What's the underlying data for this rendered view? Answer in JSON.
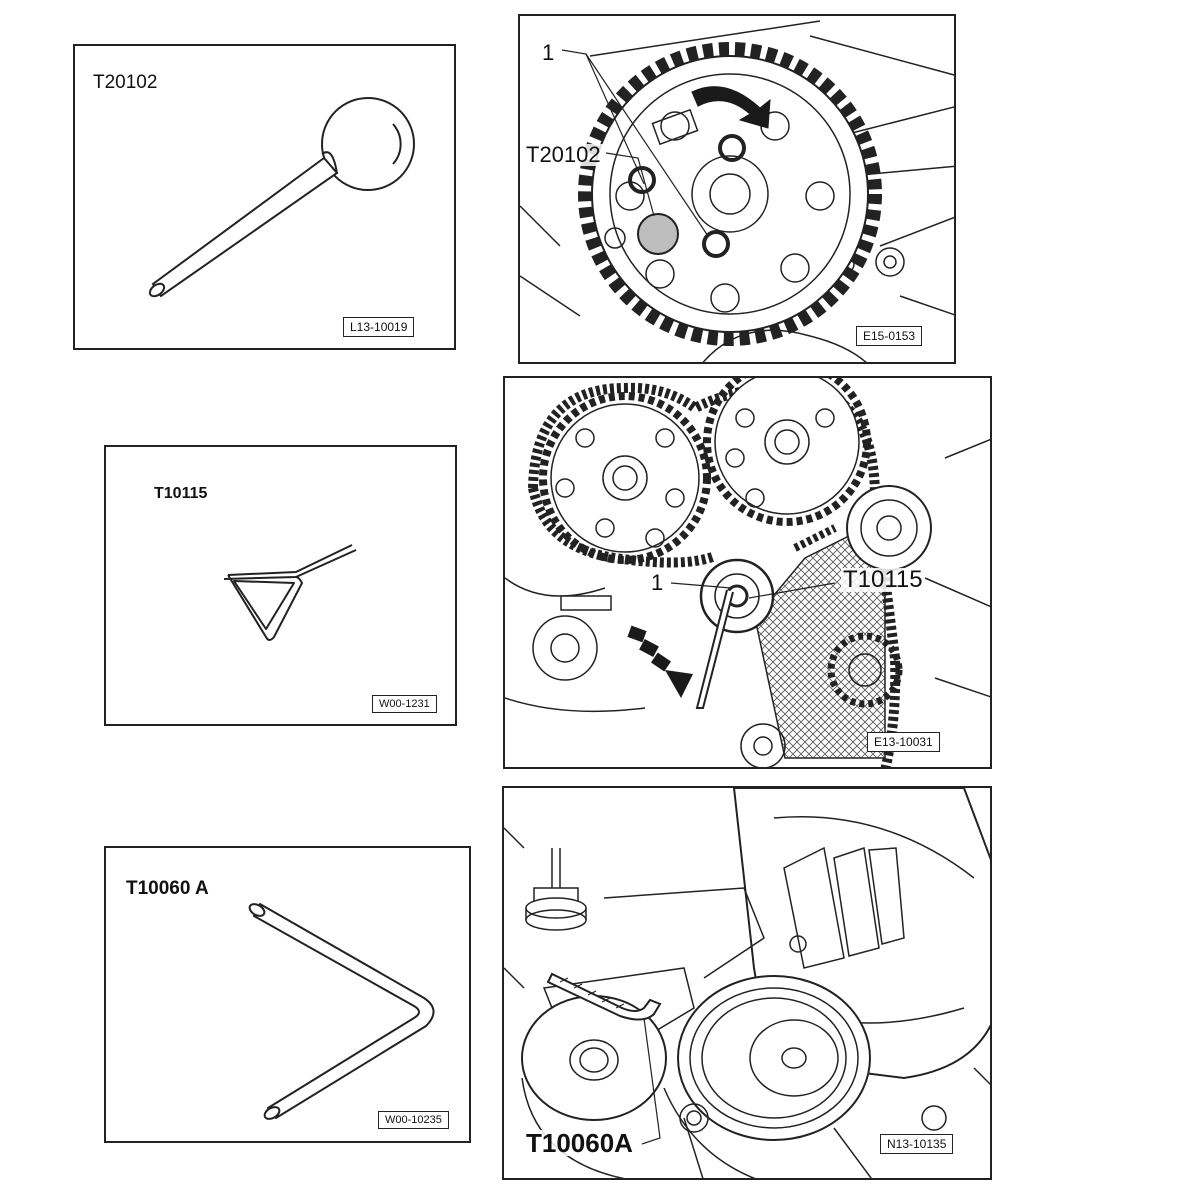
{
  "panels": {
    "p1": {
      "title": "T20102",
      "ref": "L13-10019"
    },
    "p2": {
      "callout_1": "1",
      "callout_tool": "T20102",
      "ref": "E15-0153"
    },
    "p3": {
      "title": "T10115",
      "ref": "W00-1231"
    },
    "p4": {
      "callout_1": "1",
      "callout_tool": "T10115",
      "ref": "E13-10031"
    },
    "p5": {
      "title": "T10060 A",
      "ref": "W00-10235"
    },
    "p6": {
      "callout_tool": "T10060A",
      "ref": "N13-10135"
    }
  },
  "colors": {
    "line": "#222222",
    "fill_grey": "#bdbdbd",
    "arrow": "#1a1a1a"
  }
}
